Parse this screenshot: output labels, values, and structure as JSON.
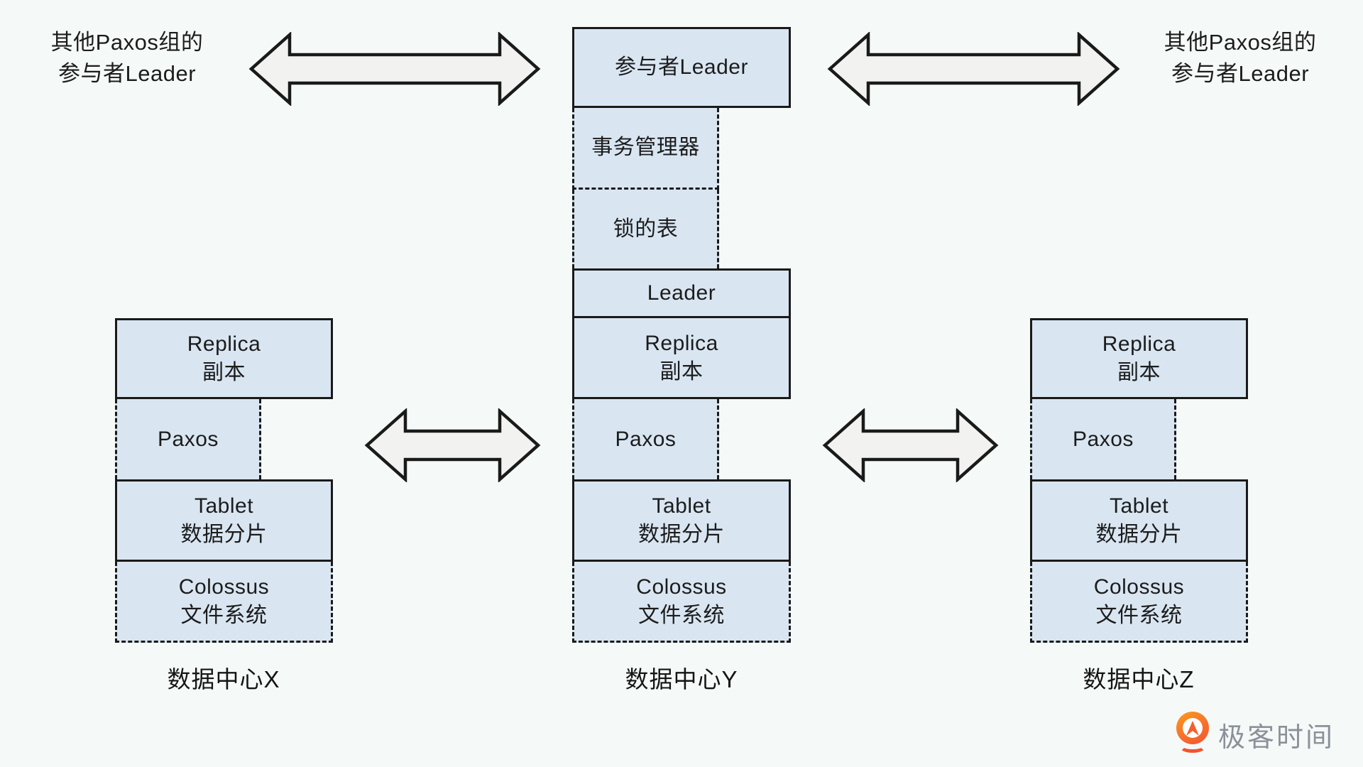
{
  "colors": {
    "background": "#f5faf8",
    "box_fill": "#d9e6f2",
    "box_border": "#1a1a1a",
    "arrow_fill": "#f2f3f0",
    "arrow_stroke": "#1a1a1a",
    "logo_orange": "#f2602c",
    "logo_text_gray": "#8b9199"
  },
  "side_labels": {
    "left": {
      "line1": "其他Paxos组的",
      "line2": "参与者Leader"
    },
    "right": {
      "line1": "其他Paxos组的",
      "line2": "参与者Leader"
    }
  },
  "center_stack": {
    "participant_leader": "参与者Leader",
    "transaction_manager": "事务管理器",
    "lock_table": "锁的表",
    "leader": "Leader",
    "replica_line1": "Replica",
    "replica_line2": "副本",
    "paxos": "Paxos",
    "tablet_line1": "Tablet",
    "tablet_line2": "数据分片",
    "colossus_line1": "Colossus",
    "colossus_line2": "文件系统",
    "label": "数据中心Y"
  },
  "left_stack": {
    "replica_line1": "Replica",
    "replica_line2": "副本",
    "paxos": "Paxos",
    "tablet_line1": "Tablet",
    "tablet_line2": "数据分片",
    "colossus_line1": "Colossus",
    "colossus_line2": "文件系统",
    "label": "数据中心X"
  },
  "right_stack": {
    "replica_line1": "Replica",
    "replica_line2": "副本",
    "paxos": "Paxos",
    "tablet_line1": "Tablet",
    "tablet_line2": "数据分片",
    "colossus_line1": "Colossus",
    "colossus_line2": "文件系统",
    "label": "数据中心Z"
  },
  "logo": {
    "text": "极客时间"
  }
}
